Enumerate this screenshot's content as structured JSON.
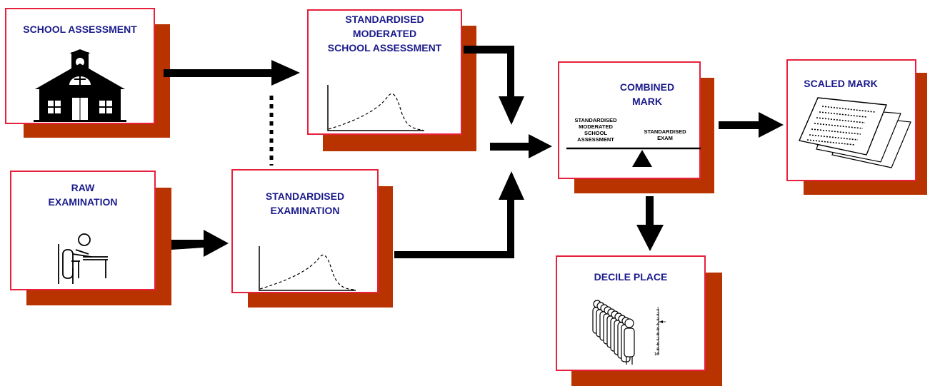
{
  "boxes": {
    "school_assessment": {
      "title": "SCHOOL ASSESSMENT"
    },
    "raw_examination": {
      "title": "RAW\nEXAMINATION"
    },
    "standardised_moderated": {
      "title": "STANDARDISED\nMODERATED\nSCHOOL ASSESSMENT"
    },
    "standardised_examination": {
      "title": "STANDARDISED\nEXAMINATION"
    },
    "combined_mark": {
      "title": "COMBINED\nMARK",
      "left_label": "STANDARDISED\nMODERATED\nSCHOOL\nASSESSMENT",
      "right_label": "STANDARDISED\nEXAM"
    },
    "scaled_mark": {
      "title": "SCALED MARK"
    },
    "decile_place": {
      "title": "DECILE  PLACE",
      "scale_numbers": [
        "1",
        "2",
        "3",
        "4",
        "5",
        "6",
        "7",
        "8",
        "9",
        "10"
      ]
    }
  },
  "colors": {
    "shadow": "#b83300",
    "border": "#e8203c",
    "title": "#1a1a8c",
    "arrow": "#000000"
  }
}
